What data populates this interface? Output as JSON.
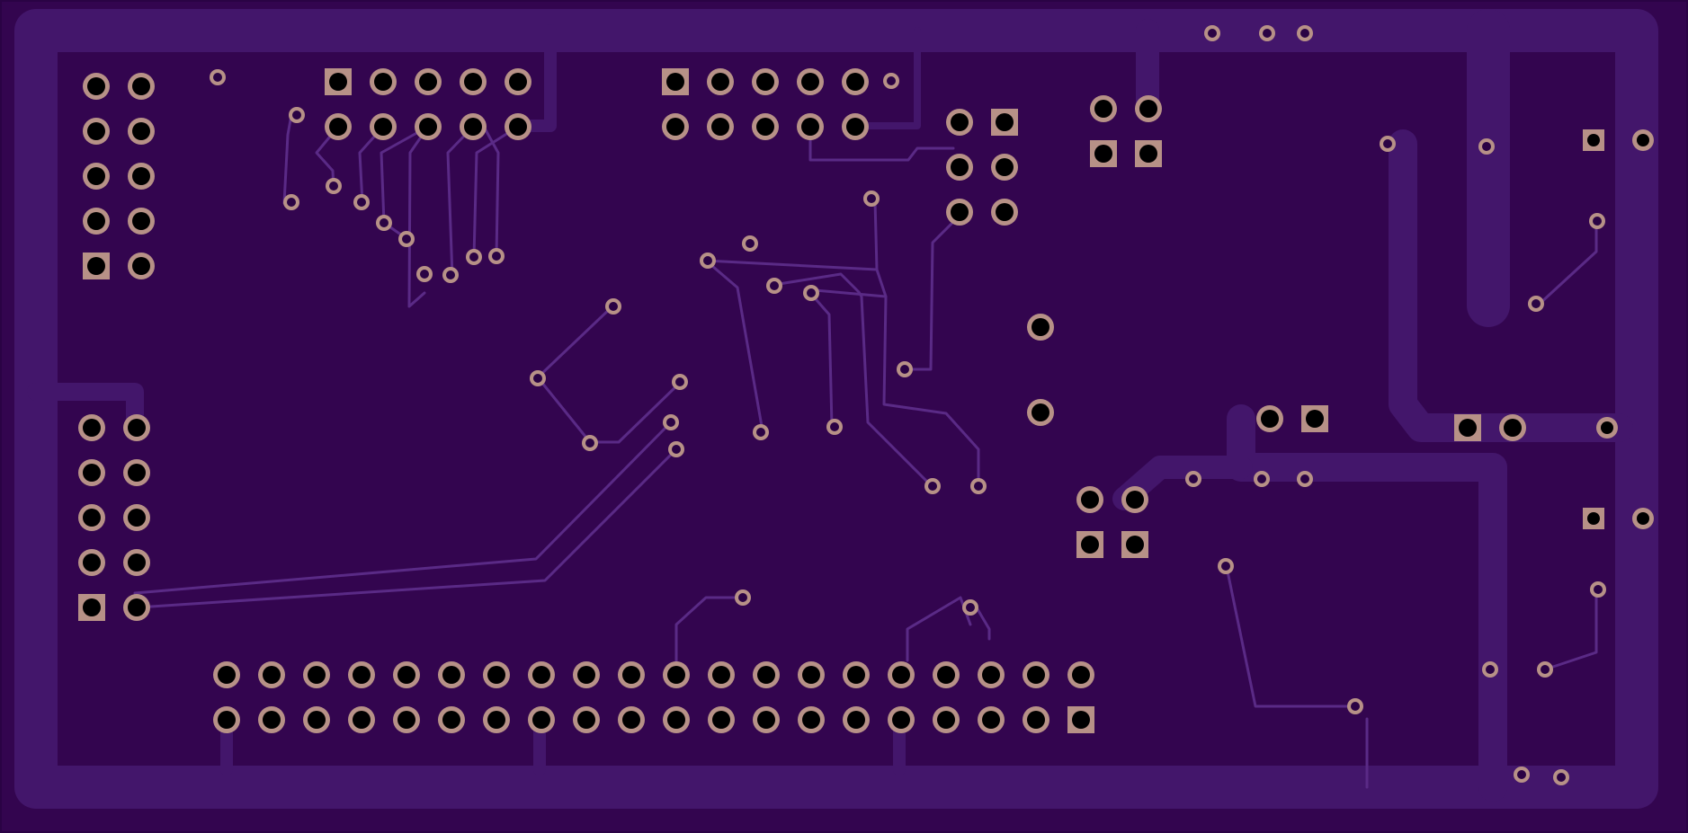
{
  "board": {
    "substrate_color": "#33054f",
    "edge_color": "#2a0344",
    "power_trace_color": "#43166b",
    "signal_trace_color": "#5a2a86",
    "pad_color": "#b79187",
    "hole_color": "#000000"
  },
  "components": [
    {
      "name": "header-left-upper-2x5",
      "kind": "pin-header"
    },
    {
      "name": "header-top-a-2x5",
      "kind": "pin-header"
    },
    {
      "name": "header-top-b-2x5",
      "kind": "pin-header"
    },
    {
      "name": "header-2x3",
      "kind": "pin-header"
    },
    {
      "name": "header-2x2-top",
      "kind": "pin-header"
    },
    {
      "name": "header-left-lower-2x5",
      "kind": "pin-header"
    },
    {
      "name": "header-bottom-2x20",
      "kind": "pin-header"
    },
    {
      "name": "header-2x2-mid",
      "kind": "pin-header"
    },
    {
      "name": "connector-2pin-mid",
      "kind": "connector"
    },
    {
      "name": "connector-2pin-right",
      "kind": "connector"
    },
    {
      "name": "connector-right-top",
      "kind": "connector"
    },
    {
      "name": "connector-right-bottom",
      "kind": "connector"
    },
    {
      "name": "pad-pair-center",
      "kind": "through-hole"
    }
  ]
}
